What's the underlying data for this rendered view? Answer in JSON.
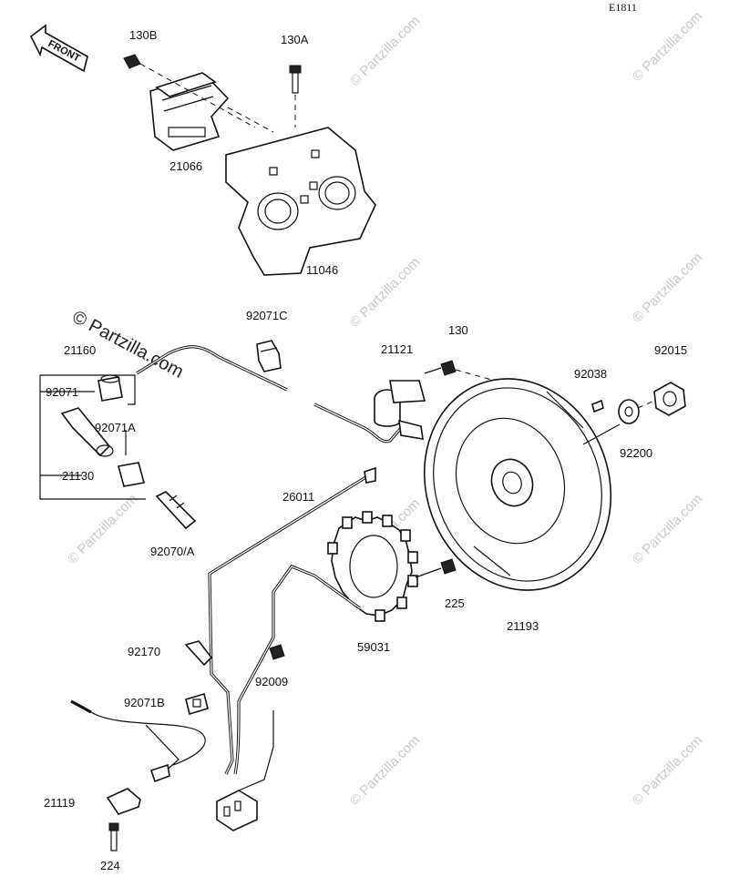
{
  "diagram_code": "E1811",
  "front_label": "FRONT",
  "watermark_main": "© Partzilla.com",
  "watermark_small": "© Partzilla.com",
  "labels": {
    "p130B": "130B",
    "p130A": "130A",
    "p21066": "21066",
    "p11046": "11046",
    "p92071C": "92071C",
    "p21160": "21160",
    "p92071": "92071",
    "p92071A": "92071A",
    "p21130": "21130",
    "p92070A": "92070/A",
    "p21121": "21121",
    "p130": "130",
    "p92038": "92038",
    "p92015": "92015",
    "p92200": "92200",
    "p26011": "26011",
    "p225": "225",
    "p21193": "21193",
    "p59031": "59031",
    "p92170": "92170",
    "p92009": "92009",
    "p92071B": "92071B",
    "p21119": "21119",
    "p224": "224"
  }
}
